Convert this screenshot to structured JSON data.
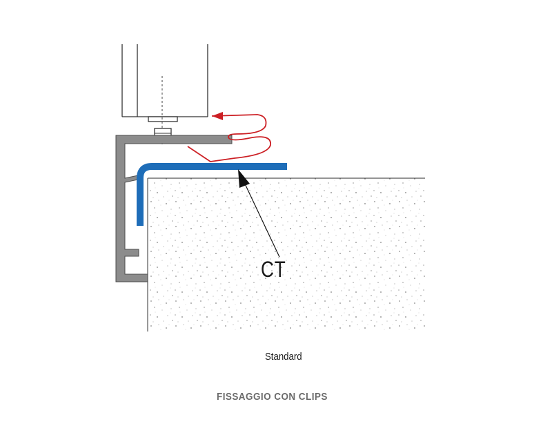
{
  "labels": {
    "ct": "CT",
    "caption": "Standard",
    "title": "FISSAGGIO CON CLIPS"
  },
  "colors": {
    "profile_blue": "#1e6db8",
    "clip_red": "#cc1f24",
    "aluminum_gray": "#8c8c8c",
    "title_gray": "#6b6b6b",
    "line_dark": "#333333"
  }
}
